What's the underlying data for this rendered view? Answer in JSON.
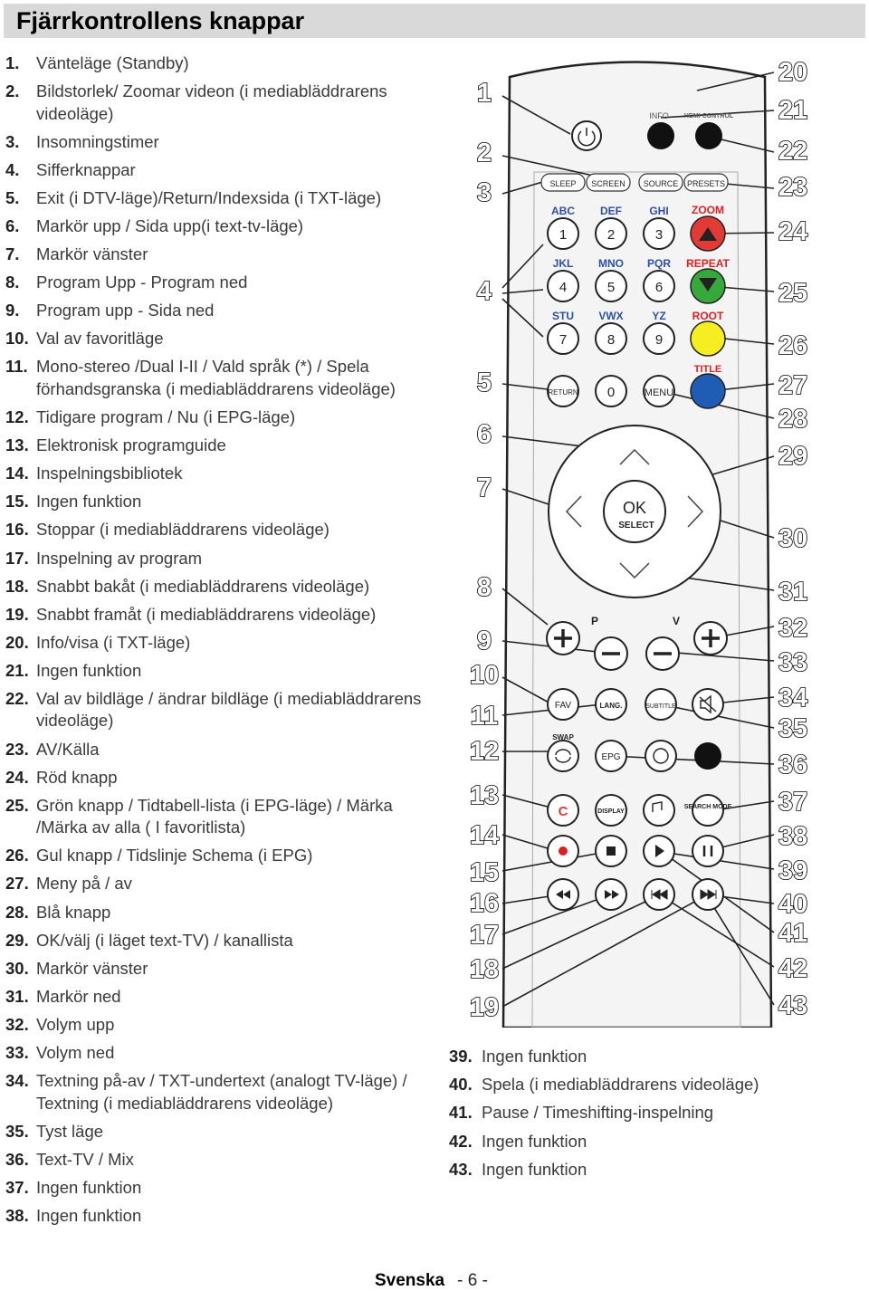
{
  "header": {
    "title": "Fjärrkontrollens knappar"
  },
  "items_left": [
    {
      "num": "1.",
      "text": "Vänteläge (Standby)"
    },
    {
      "num": "2.",
      "text": "Bildstorlek/ Zoomar videon (i mediabläddrarens videoläge)"
    },
    {
      "num": "3.",
      "text": "Insomningstimer"
    },
    {
      "num": "4.",
      "text": "Sifferknappar"
    },
    {
      "num": "5.",
      "text": "Exit (i DTV-läge)/Return/Indexsida (i TXT-läge)"
    },
    {
      "num": "6.",
      "text": "Markör upp / Sida upp(i text-tv-läge)"
    },
    {
      "num": "7.",
      "text": "Markör vänster"
    },
    {
      "num": "8.",
      "text": "Program Upp - Program ned"
    },
    {
      "num": "9.",
      "text": "Program upp - Sida ned"
    },
    {
      "num": "10.",
      "text": "Val av favoritläge"
    },
    {
      "num": "11.",
      "text": "Mono-stereo /Dual I-II / Vald språk (*) / Spela förhandsgranska (i mediabläddrarens videoläge)"
    },
    {
      "num": "12.",
      "text": "Tidigare program / Nu (i EPG-läge)"
    },
    {
      "num": "13.",
      "text": "Elektronisk programguide"
    },
    {
      "num": "14.",
      "text": "Inspelningsbibliotek"
    },
    {
      "num": "15.",
      "text": "Ingen funktion"
    },
    {
      "num": "16.",
      "text": "Stoppar (i mediabläddrarens videoläge)"
    },
    {
      "num": "17.",
      "text": "Inspelning av program"
    },
    {
      "num": "18.",
      "text": "Snabbt bakåt (i mediabläddrarens videoläge)"
    },
    {
      "num": "19.",
      "text": "Snabbt framåt (i mediabläddrarens videoläge)"
    },
    {
      "num": "20.",
      "text": "Info/visa (i TXT-läge)"
    },
    {
      "num": "21.",
      "text": "Ingen funktion"
    },
    {
      "num": "22.",
      "text": "Val av bildläge / ändrar bildläge (i mediabläddrarens videoläge)"
    },
    {
      "num": "23.",
      "text": "AV/Källa"
    },
    {
      "num": "24.",
      "text": "Röd knapp"
    },
    {
      "num": "25.",
      "text": "Grön knapp / Tidtabell-lista (i EPG-läge) / Märka /Märka av alla ( I favoritlista)"
    },
    {
      "num": "26.",
      "text": "Gul knapp / Tidslinje Schema (i EPG)"
    },
    {
      "num": "27.",
      "text": "Meny på / av"
    },
    {
      "num": "28.",
      "text": "Blå knapp"
    },
    {
      "num": "29.",
      "text": "OK/välj (i läget text-TV) / kanallista"
    },
    {
      "num": "30.",
      "text": "Markör vänster"
    },
    {
      "num": "31.",
      "text": "Markör ned"
    },
    {
      "num": "32.",
      "text": "Volym upp"
    },
    {
      "num": "33.",
      "text": "Volym ned"
    },
    {
      "num": "34.",
      "text": "Textning på-av / TXT-undertext (analogt TV-läge) / Textning (i mediabläddrarens videoläge)"
    },
    {
      "num": "35.",
      "text": "Tyst läge"
    },
    {
      "num": "36.",
      "text": "Text-TV / Mix"
    },
    {
      "num": "37.",
      "text": "Ingen funktion"
    },
    {
      "num": "38.",
      "text": "Ingen funktion"
    }
  ],
  "items_right": [
    {
      "num": "39.",
      "text": "Ingen funktion"
    },
    {
      "num": "40.",
      "text": "Spela (i mediabläddrarens videoläge)"
    },
    {
      "num": "41.",
      "text": "Pause / Timeshifting-inspelning"
    },
    {
      "num": "42.",
      "text": "Ingen funktion"
    },
    {
      "num": "43.",
      "text": "Ingen funktion"
    }
  ],
  "remote": {
    "callouts_left": [
      "1",
      "2",
      "3",
      "4",
      "5",
      "6",
      "7",
      "8",
      "9",
      "10",
      "11",
      "12",
      "13",
      "14",
      "15",
      "16",
      "17",
      "18",
      "19"
    ],
    "callouts_right": [
      "20",
      "21",
      "22",
      "23",
      "24",
      "25",
      "26",
      "27",
      "28",
      "29",
      "30",
      "31",
      "32",
      "33",
      "34",
      "35",
      "36",
      "37",
      "38",
      "39",
      "40",
      "41",
      "42",
      "43"
    ],
    "info": "INFO",
    "hdmi": "HDMI CONTROL",
    "sleep": "SLEEP",
    "screen": "SCREEN",
    "source": "SOURCE",
    "presets": "PRESETS",
    "letters": [
      "ABC",
      "DEF",
      "GHI",
      "JKL",
      "MNO",
      "PQR",
      "STU",
      "VWX",
      "YZ"
    ],
    "digits": [
      "1",
      "2",
      "3",
      "4",
      "5",
      "6",
      "7",
      "8",
      "9",
      "0"
    ],
    "zoom": "ZOOM",
    "repeat": "REPEAT",
    "root": "ROOT",
    "title": "TITLE",
    "return": "RETURN",
    "menu": "MENU",
    "ok": "OK",
    "select": "SELECT",
    "p": "P",
    "v": "V",
    "fav": "FAV",
    "lang": "LANG.",
    "subtitle": "SUBTITLE",
    "swap": "SWAP",
    "epg": "EPG",
    "c": "C",
    "display": "DISPLAY",
    "search_mode": "SEARCH MODE",
    "colors": {
      "red": "#e23b35",
      "green": "#36a93c",
      "yellow": "#f7ee21",
      "blue": "#1f5cb4",
      "label_red": "#e02020",
      "label_blue": "#2c4fa8"
    }
  },
  "footer": {
    "language": "Svenska",
    "page": "- 6 -"
  }
}
